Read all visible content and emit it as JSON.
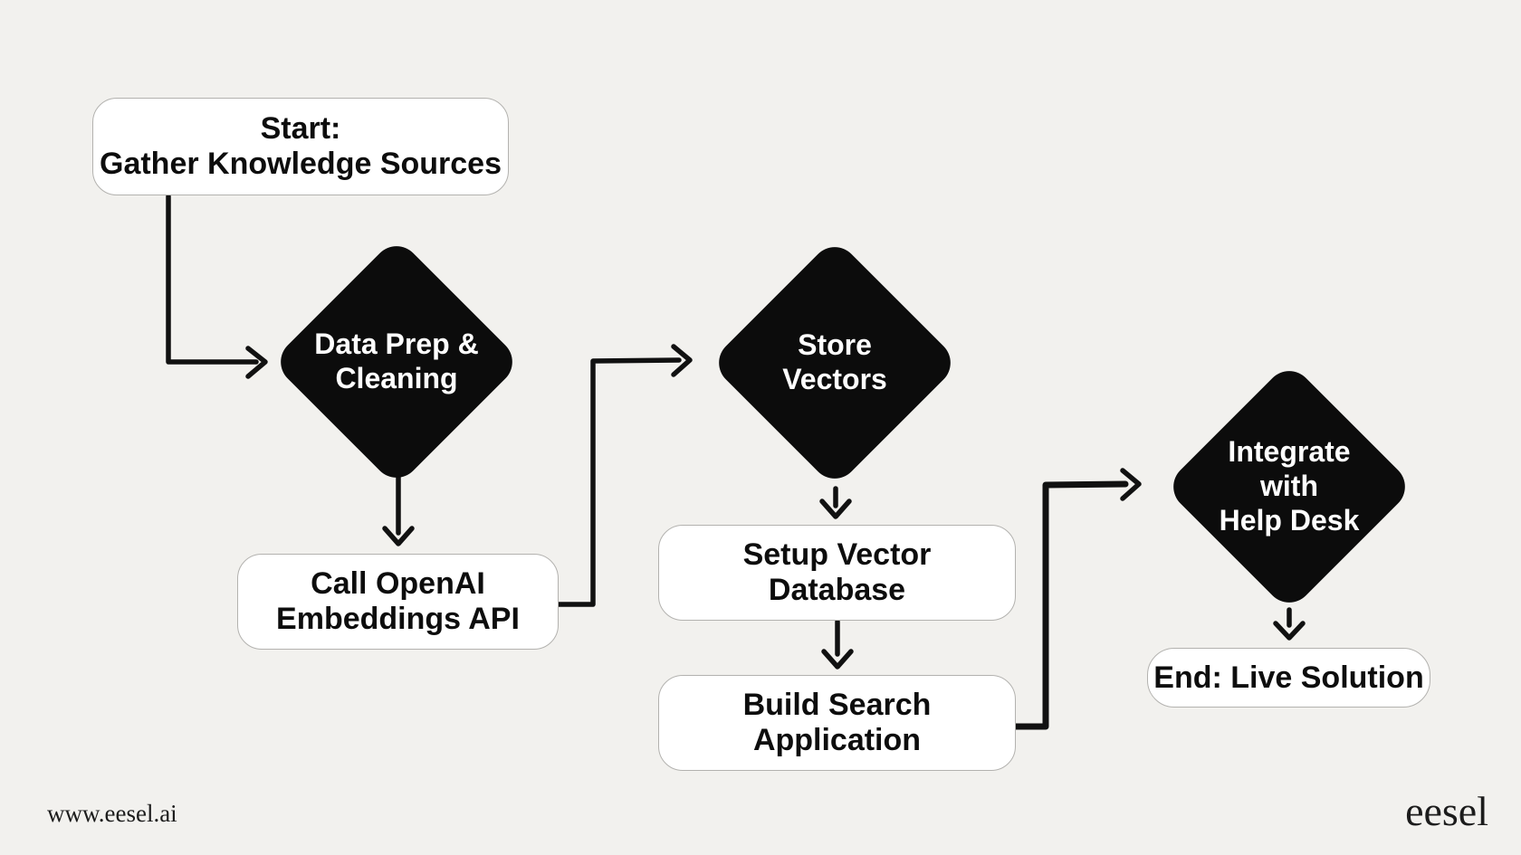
{
  "colors": {
    "background": "#f2f1ee",
    "node_fill": "#ffffff",
    "node_border": "#b3b2af",
    "diamond_fill": "#0c0c0c",
    "node_text": "#0d0d0d",
    "diamond_text": "#ffffff",
    "arrow": "#111111",
    "footer_text": "#1c1c1c"
  },
  "nodes": {
    "start": {
      "type": "terminator",
      "shape": "rounded-rect",
      "label": "Start:\nGather Knowledge Sources"
    },
    "data_prep": {
      "type": "decision",
      "shape": "diamond",
      "label": "Data Prep &\nCleaning"
    },
    "call_openai": {
      "type": "process",
      "shape": "rounded-rect",
      "label": "Call OpenAI\nEmbeddings API"
    },
    "store_vectors": {
      "type": "decision",
      "shape": "diamond",
      "label": "Store\nVectors"
    },
    "setup_db": {
      "type": "process",
      "shape": "rounded-rect",
      "label": "Setup Vector\nDatabase"
    },
    "build_search": {
      "type": "process",
      "shape": "rounded-rect",
      "label": "Build Search\nApplication"
    },
    "integrate": {
      "type": "decision",
      "shape": "diamond",
      "label": "Integrate with\nHelp Desk"
    },
    "end": {
      "type": "terminator",
      "shape": "rounded-rect",
      "label": "End: Live Solution"
    }
  },
  "edges": [
    {
      "from": "start",
      "to": "data_prep"
    },
    {
      "from": "data_prep",
      "to": "call_openai"
    },
    {
      "from": "call_openai",
      "to": "store_vectors"
    },
    {
      "from": "store_vectors",
      "to": "setup_db"
    },
    {
      "from": "setup_db",
      "to": "build_search"
    },
    {
      "from": "build_search",
      "to": "integrate"
    },
    {
      "from": "integrate",
      "to": "end"
    }
  ],
  "footer": {
    "url": "www.eesel.ai",
    "logo": "eesel"
  }
}
